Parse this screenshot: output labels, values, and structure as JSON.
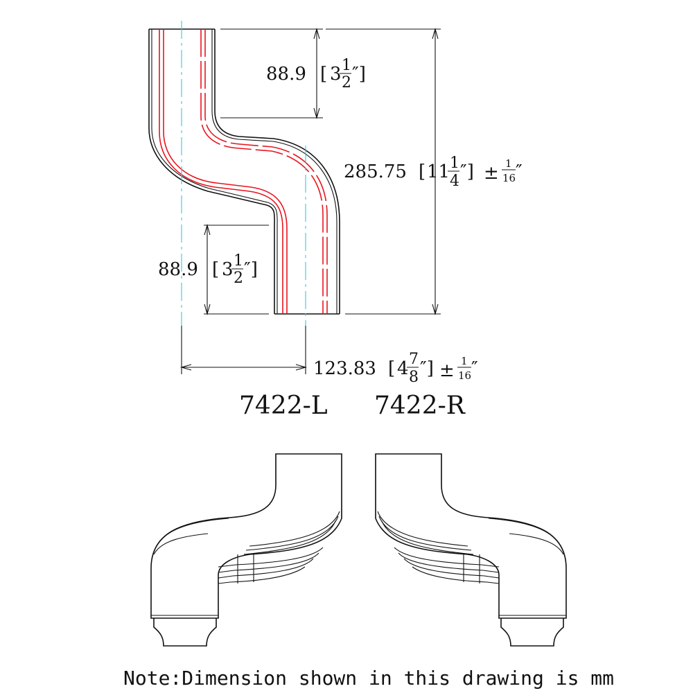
{
  "drawing": {
    "dimensions": {
      "top_offset": {
        "value": "88.9",
        "imperial_whole": "3",
        "imperial_num": "1",
        "imperial_den": "2"
      },
      "bottom_offset": {
        "value": "88.9",
        "imperial_whole": "3",
        "imperial_num": "1",
        "imperial_den": "2"
      },
      "overall_height": {
        "value": "285.75",
        "imperial_whole": "11",
        "imperial_num": "1",
        "imperial_den": "4",
        "tol_num": "1",
        "tol_den": "16"
      },
      "horizontal_offset": {
        "value": "123.83",
        "imperial_whole": "4",
        "imperial_num": "7",
        "imperial_den": "8",
        "tol_num": "1",
        "tol_den": "16"
      }
    },
    "models": {
      "left": "7422-L",
      "right": "7422-R"
    },
    "note": "Note:Dimension shown in this drawing is mm",
    "colors": {
      "outline": "#111111",
      "centerline": "#2ec9e0",
      "inner_wall": "#e8141e"
    }
  }
}
